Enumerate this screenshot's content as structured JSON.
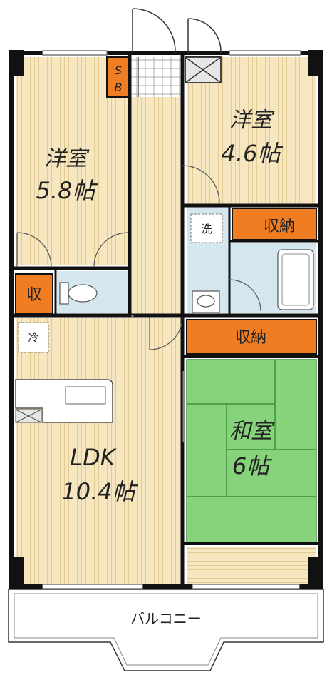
{
  "rooms": {
    "western_room_1": {
      "name": "洋室",
      "size": "5.8帖"
    },
    "western_room_2": {
      "name": "洋室",
      "size": "4.6帖"
    },
    "ldk": {
      "name": "LDK",
      "size": "10.4帖"
    },
    "japanese_room": {
      "name": "和室",
      "size": "6帖"
    },
    "balcony": {
      "name": "バルコニー"
    }
  },
  "storage": {
    "sb_top": "S",
    "sb_bottom": "B",
    "shu": "収",
    "closet_upper": "収納",
    "closet_lower": "収納"
  },
  "fixtures": {
    "washer": "洗",
    "fridge": "冷"
  },
  "colors": {
    "flooring": "#f7e7c0",
    "flooring_stripe": "#e5cf99",
    "storage": "#f07d22",
    "tatami": "#87d37c",
    "tatami_line": "#3f8f3a",
    "wet_area": "#d4e6ee",
    "wall": "#111111",
    "balcony_fill": "#ffffff"
  }
}
